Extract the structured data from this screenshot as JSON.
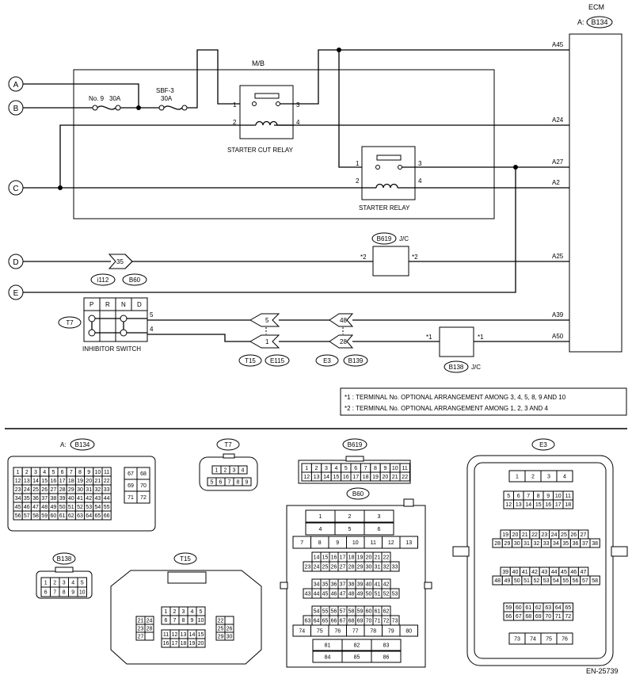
{
  "ecm": {
    "title": "ECM",
    "prefix": "A:",
    "connector": "B134",
    "pins": {
      "a45": "A45",
      "a24": "A24",
      "a27": "A27",
      "a2": "A2",
      "a25": "A25",
      "a39": "A39",
      "a50": "A50"
    }
  },
  "mb_label": "M/B",
  "terminals": {
    "a": "A",
    "b": "B",
    "c": "C",
    "d": "D",
    "e": "E"
  },
  "fuse1": {
    "label": "No. 9",
    "rating": "30A"
  },
  "fuse2": {
    "label": "SBF-3",
    "rating": "30A"
  },
  "starter_cut_relay": {
    "label": "STARTER CUT RELAY",
    "p1": "1",
    "p2": "2",
    "p3": "3",
    "p4": "4"
  },
  "starter_relay": {
    "label": "STARTER RELAY",
    "p1": "1",
    "p2": "2",
    "p3": "3",
    "p4": "4"
  },
  "jc_b619": {
    "connector": "B619",
    "suffix": "J/C",
    "left": "*2",
    "right": "*2"
  },
  "jc_b138": {
    "connector": "B138",
    "suffix": "J/C",
    "left": "*1",
    "right": "*1"
  },
  "conn_d": {
    "pin": "35",
    "c1": "i112",
    "c2": "B60"
  },
  "inhibitor": {
    "label": "INHIBITOR SWITCH",
    "connector": "T7",
    "positions": [
      "P",
      "R",
      "N",
      "D"
    ],
    "pin5": "5",
    "pin4": "4"
  },
  "conn_t15": {
    "pin_top": "5",
    "pin_bot": "1",
    "c1": "T15",
    "c2": "E115"
  },
  "conn_e3": {
    "pin_top": "48",
    "pin_bot": "28",
    "c1": "E3",
    "c2": "B139"
  },
  "notes": [
    "*1 : TERMINAL No. OPTIONAL ARRANGEMENT AMONG 3, 4, 5, 8, 9 AND 10",
    "*2 : TERMINAL No. OPTIONAL ARRANGEMENT AMONG 1, 2, 3 AND 4"
  ],
  "connectors": {
    "b134": {
      "prefix": "A:",
      "name": "B134",
      "rows": [
        [
          "1",
          "2",
          "3",
          "4",
          "5",
          "6",
          "7",
          "8",
          "9",
          "10",
          "11"
        ],
        [
          "12",
          "13",
          "14",
          "15",
          "16",
          "17",
          "18",
          "19",
          "20",
          "21",
          "22"
        ],
        [
          "23",
          "24",
          "25",
          "26",
          "27",
          "28",
          "29",
          "30",
          "31",
          "32",
          "33"
        ],
        [
          "34",
          "35",
          "36",
          "37",
          "38",
          "39",
          "40",
          "41",
          "42",
          "43",
          "44"
        ],
        [
          "45",
          "46",
          "47",
          "48",
          "49",
          "50",
          "51",
          "52",
          "53",
          "54",
          "55"
        ],
        [
          "56",
          "57",
          "58",
          "59",
          "60",
          "61",
          "62",
          "63",
          "64",
          "65",
          "66"
        ]
      ],
      "side": [
        [
          "67",
          "68"
        ],
        [
          "69",
          "70"
        ],
        [
          "71",
          "72"
        ]
      ]
    },
    "t7": {
      "name": "T7",
      "rows": [
        [
          "1",
          "2",
          "3",
          "4"
        ],
        [
          "5",
          "6",
          "7",
          "8",
          "9"
        ]
      ]
    },
    "b619": {
      "name": "B619",
      "rows": [
        [
          "1",
          "2",
          "3",
          "4",
          "5",
          "6",
          "7",
          "8",
          "9",
          "10",
          "11"
        ],
        [
          "12",
          "13",
          "14",
          "15",
          "16",
          "17",
          "18",
          "19",
          "20",
          "21",
          "22"
        ]
      ]
    },
    "b138": {
      "name": "B138",
      "rows": [
        [
          "1",
          "2",
          "3",
          "4",
          "5"
        ],
        [
          "6",
          "7",
          "8",
          "9",
          "10"
        ]
      ]
    },
    "t15": {
      "name": "T15",
      "rows": [
        [
          "1",
          "2",
          "3",
          "4",
          "5"
        ],
        [
          "6",
          "7",
          "8",
          "9",
          "10"
        ],
        [
          "11",
          "12",
          "13",
          "14",
          "15"
        ],
        [
          "16",
          "17",
          "18",
          "19",
          "20"
        ]
      ],
      "left": [
        [
          "21",
          "24"
        ],
        [
          "23",
          "28"
        ],
        [
          "27",
          ""
        ]
      ],
      "right": [
        [
          "22",
          ""
        ],
        [
          "25",
          "26"
        ],
        [
          "29",
          "30"
        ]
      ]
    },
    "b60": {
      "name": "B60",
      "r1": [
        "1",
        "2",
        "3"
      ],
      "r2": [
        "4",
        "5",
        "6"
      ],
      "r3": [
        "7",
        "8",
        "9",
        "10",
        "11",
        "12",
        "13"
      ],
      "g1": [
        [
          "14",
          "15",
          "16",
          "17",
          "18",
          "19",
          "20",
          "21",
          "22"
        ],
        [
          "23",
          "24",
          "25",
          "26",
          "27",
          "28",
          "29",
          "30",
          "31",
          "32",
          "33"
        ]
      ],
      "g2": [
        [
          "34",
          "35",
          "36",
          "37",
          "38",
          "39",
          "40",
          "41",
          "42"
        ],
        [
          "43",
          "44",
          "45",
          "46",
          "47",
          "48",
          "49",
          "50",
          "51",
          "52",
          "53"
        ]
      ],
      "g3": [
        [
          "54",
          "55",
          "56",
          "57",
          "58",
          "59",
          "60",
          "61",
          "62"
        ],
        [
          "63",
          "64",
          "65",
          "66",
          "67",
          "68",
          "69",
          "70",
          "71",
          "72",
          "73"
        ]
      ],
      "r4": [
        "74",
        "75",
        "76",
        "77",
        "78",
        "79",
        "80"
      ],
      "r5": [
        "81",
        "82",
        "83"
      ],
      "r6": [
        "84",
        "85",
        "86"
      ]
    },
    "e3": {
      "name": "E3",
      "r1": [
        "1",
        "2",
        "3",
        "4"
      ],
      "r2": [
        [
          "5",
          "6",
          "7",
          "8",
          "9",
          "10",
          "11"
        ],
        [
          "12",
          "13",
          "14",
          "15",
          "16",
          "17",
          "18"
        ]
      ],
      "r3": [
        [
          "19",
          "20",
          "21",
          "22",
          "23",
          "24",
          "25",
          "26",
          "27"
        ],
        [
          "28",
          "29",
          "30",
          "31",
          "32",
          "33",
          "34",
          "35",
          "36",
          "37",
          "38"
        ]
      ],
      "r4": [
        [
          "39",
          "40",
          "41",
          "42",
          "43",
          "44",
          "45",
          "46",
          "47"
        ],
        [
          "48",
          "49",
          "50",
          "51",
          "52",
          "53",
          "54",
          "55",
          "56",
          "57",
          "58"
        ]
      ],
      "r5": [
        [
          "59",
          "60",
          "61",
          "62",
          "63",
          "64",
          "65"
        ],
        [
          "66",
          "67",
          "68",
          "69",
          "70",
          "71",
          "72"
        ]
      ],
      "r6": [
        "73",
        "74",
        "75",
        "76"
      ]
    }
  },
  "code": "EN-25739"
}
